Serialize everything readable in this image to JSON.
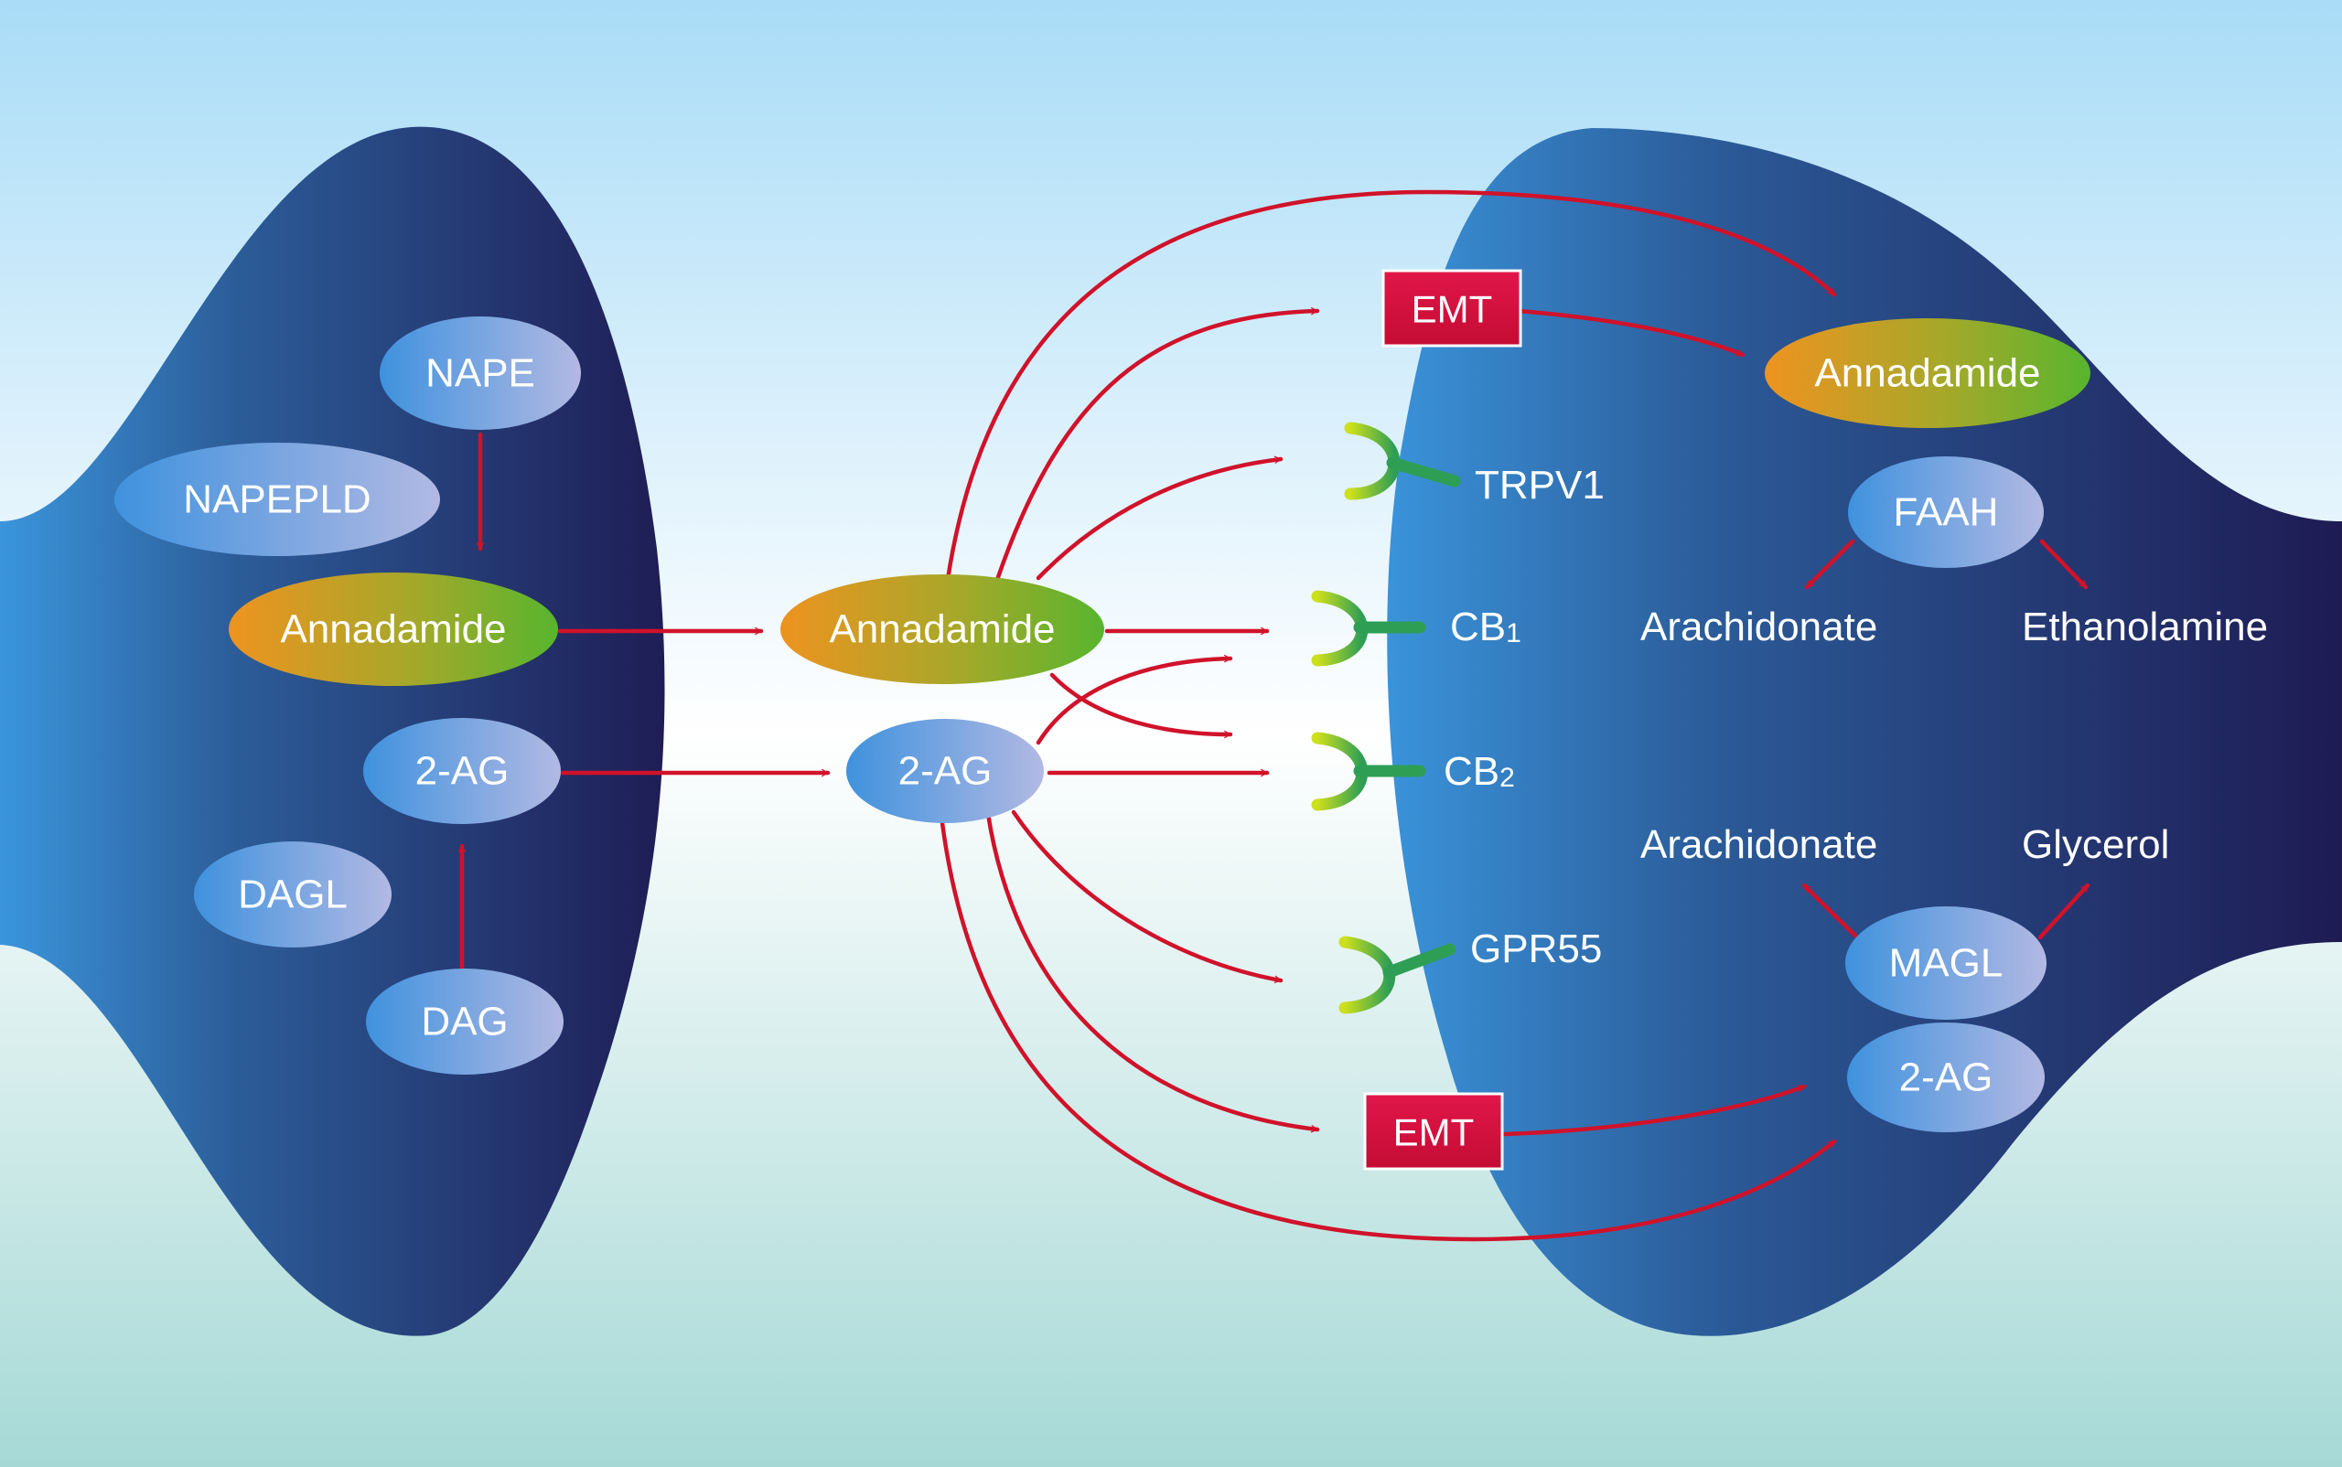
{
  "colors": {
    "arrow": "#d0122a",
    "emt_box": "#d6103f",
    "cell_dark": "#1e1d55",
    "cell_mid": "#2f5a96",
    "cell_light": "#3b8fd6",
    "receptor_light": "#c8dc1e",
    "receptor_dark": "#2e9f52",
    "anandamide_orange": "#e9951e",
    "anandamide_green": "#6fb52c"
  },
  "presynaptic": {
    "nape": "NAPE",
    "napepld": "NAPEPLD",
    "anandamide": "Annadamide",
    "two_ag": "2-AG",
    "dagl": "DAGL",
    "dag": "DAG"
  },
  "cleft": {
    "anandamide": "Annadamide",
    "two_ag": "2-AG"
  },
  "receptors": {
    "trpv1": "TRPV1",
    "cb1_main": "CB",
    "cb1_sub": "1",
    "cb2_main": "CB",
    "cb2_sub": "2",
    "gpr55": "GPR55"
  },
  "transporters": {
    "emt_top": "EMT",
    "emt_bottom": "EMT"
  },
  "postsynaptic": {
    "anandamide": "Annadamide",
    "faah": "FAAH",
    "arachidonate_1": "Arachidonate",
    "ethanolamine": "Ethanolamine",
    "arachidonate_2": "Arachidonate",
    "glycerol": "Glycerol",
    "magl": "MAGL",
    "two_ag": "2-AG"
  }
}
